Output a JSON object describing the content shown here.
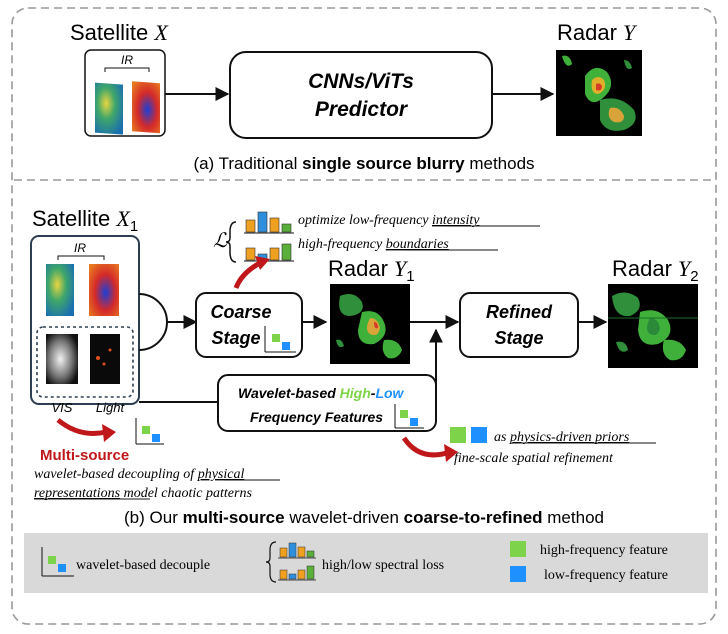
{
  "top": {
    "satellite_label": "Satellite ",
    "satellite_var": "X",
    "ir_label": "IR",
    "predictor_line1": "CNNs/ViTs",
    "predictor_line2": "Predictor",
    "radar_label": "Radar ",
    "radar_var": "Y",
    "caption_prefix": "(a) Traditional ",
    "caption_bold": "single source blurry",
    "caption_suffix": " methods"
  },
  "bottom": {
    "satellite_label": "Satellite ",
    "satellite_var": "X",
    "satellite_sub": "1",
    "ir_label": "IR",
    "vis_label": "VIS",
    "light_label": "Light",
    "loss_symbol": "ℒ",
    "loss_line1_prefix": "optimize low-frequency ",
    "loss_line1_underlined": "intensity",
    "loss_line2_prefix": "high-frequency ",
    "loss_line2_underlined": "boundaries",
    "radar1_label": "Radar ",
    "radar1_var": "Y",
    "radar1_sub": "1",
    "radar2_label": "Radar ",
    "radar2_var": "Y",
    "radar2_sub": "2",
    "coarse_line1": "Coarse",
    "coarse_line2": "Stage",
    "refined_line1": "Refined",
    "refined_line2": "Stage",
    "wavelet_prefix": "Wavelet-based ",
    "wavelet_high": "High",
    "wavelet_dash": "-",
    "wavelet_low": "Low",
    "wavelet_line2": "Frequency Features",
    "multi_source": "Multi-source",
    "ms_line1_prefix": "wavelet-based decoupling of ",
    "ms_line1_underlined": "physical",
    "ms_line2_underlined": "representations",
    "ms_line2_suffix": " model chaotic patterns",
    "priors_prefix": "as ",
    "priors_underlined": "physics-driven priors",
    "priors_line2": "fine-scale spatial refinement",
    "caption_prefix": "(b) Our ",
    "caption_bold1": "multi-source",
    "caption_mid": " wavelet-driven ",
    "caption_bold2": "coarse-to-refined",
    "caption_suffix": " method"
  },
  "legend": {
    "decouple": "wavelet-based decouple",
    "loss": "high/low spectral loss",
    "high_feature": "high-frequency feature",
    "low_feature": "low-frequency feature"
  },
  "colors": {
    "high": "#7dd44a",
    "low": "#1e90ff",
    "bar_orange": "#f0a020",
    "bar_blue": "#2f8fdc",
    "bar_green": "#5aae3a",
    "accent_red": "#c0171b",
    "box_border": "#2d3e50",
    "legend_bg": "#d9d9d9"
  }
}
